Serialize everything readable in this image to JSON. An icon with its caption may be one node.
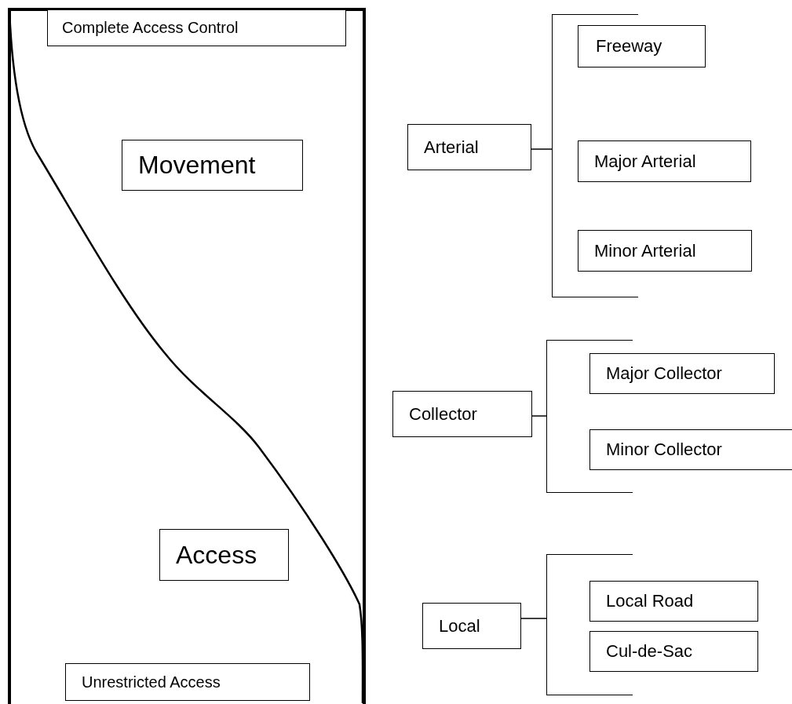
{
  "diagram": {
    "nodes": [
      {
        "text": [],
        "shape": "box"
      },
      {
        "text": [
          "Complete Access Control"
        ],
        "in": 0
      },
      {
        "text": [
          "Movement"
        ],
        "in": 0
      },
      {
        "text": [
          "Access"
        ],
        "in": 0
      },
      {
        "text": [
          "Unrestricted Access"
        ],
        "in": 0
      },
      {
        "text": [
          "Arterial"
        ]
      },
      {
        "text": [],
        "shape": "bracket"
      },
      {
        "text": [
          "Freeway"
        ]
      },
      {
        "text": [
          "Major Arterial"
        ]
      },
      {
        "text": [
          "Minor Arterial"
        ]
      },
      {
        "text": [
          "Collector"
        ]
      },
      {
        "text": [],
        "shape": "bracket"
      },
      {
        "text": [
          "Major Collector"
        ]
      },
      {
        "text": [
          "Minor Collector"
        ]
      },
      {
        "text": [
          "Local"
        ]
      },
      {
        "text": [],
        "shape": "bracket"
      },
      {
        "text": [
          "Local Road"
        ]
      },
      {
        "text": [
          "Cul-de-Sac"
        ]
      }
    ],
    "edges": [
      {
        "from": 5,
        "to": 6,
        "arrow": "none"
      },
      {
        "from": 10,
        "to": 11,
        "arrow": "none"
      },
      {
        "from": 14,
        "to": 15,
        "arrow": "none"
      }
    ]
  }
}
